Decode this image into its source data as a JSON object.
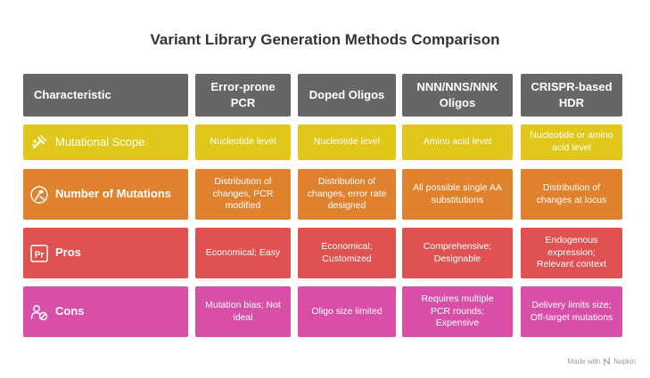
{
  "title": "Variant Library Generation Methods Comparison",
  "header": {
    "characteristic": "Characteristic",
    "methods": [
      "Error-prone PCR",
      "Doped Oligos",
      "NNN/NNS/NNK Oligos",
      "CRISPR-based HDR"
    ]
  },
  "rows": [
    {
      "label": "Mutational Scope",
      "icon": "mutation-icon",
      "color": "#e0c71a",
      "cells": [
        "Nucleotide level",
        "Nucleotide level",
        "Amino acid level",
        "Nucleotide or amino acid level"
      ]
    },
    {
      "label": "Number of Mutations",
      "icon": "hammer-icon",
      "color": "#e0822d",
      "cells": [
        "Distribution of changes, PCR modified",
        "Distribution of changes, error rate designed",
        "All possible single AA substitutions",
        "Distribution of changes at locus"
      ]
    },
    {
      "label": "Pros",
      "icon": "pr-icon",
      "color": "#e05252",
      "cells": [
        "Economical; Easy",
        "Economical; Customized",
        "Comprehensive; Designable",
        "Endogenous expression; Relevant context"
      ]
    },
    {
      "label": "Cons",
      "icon": "user-block-icon",
      "color": "#d94fa8",
      "cells": [
        "Mutation bias; Not ideal",
        "Oligo size limited",
        "Requires multiple PCR rounds; Expensive",
        "Delivery limits size; Off-target mutations"
      ]
    }
  ],
  "footer": {
    "text": "Made with",
    "brand": "Napkin",
    "icon": "napkin-logo-icon"
  }
}
